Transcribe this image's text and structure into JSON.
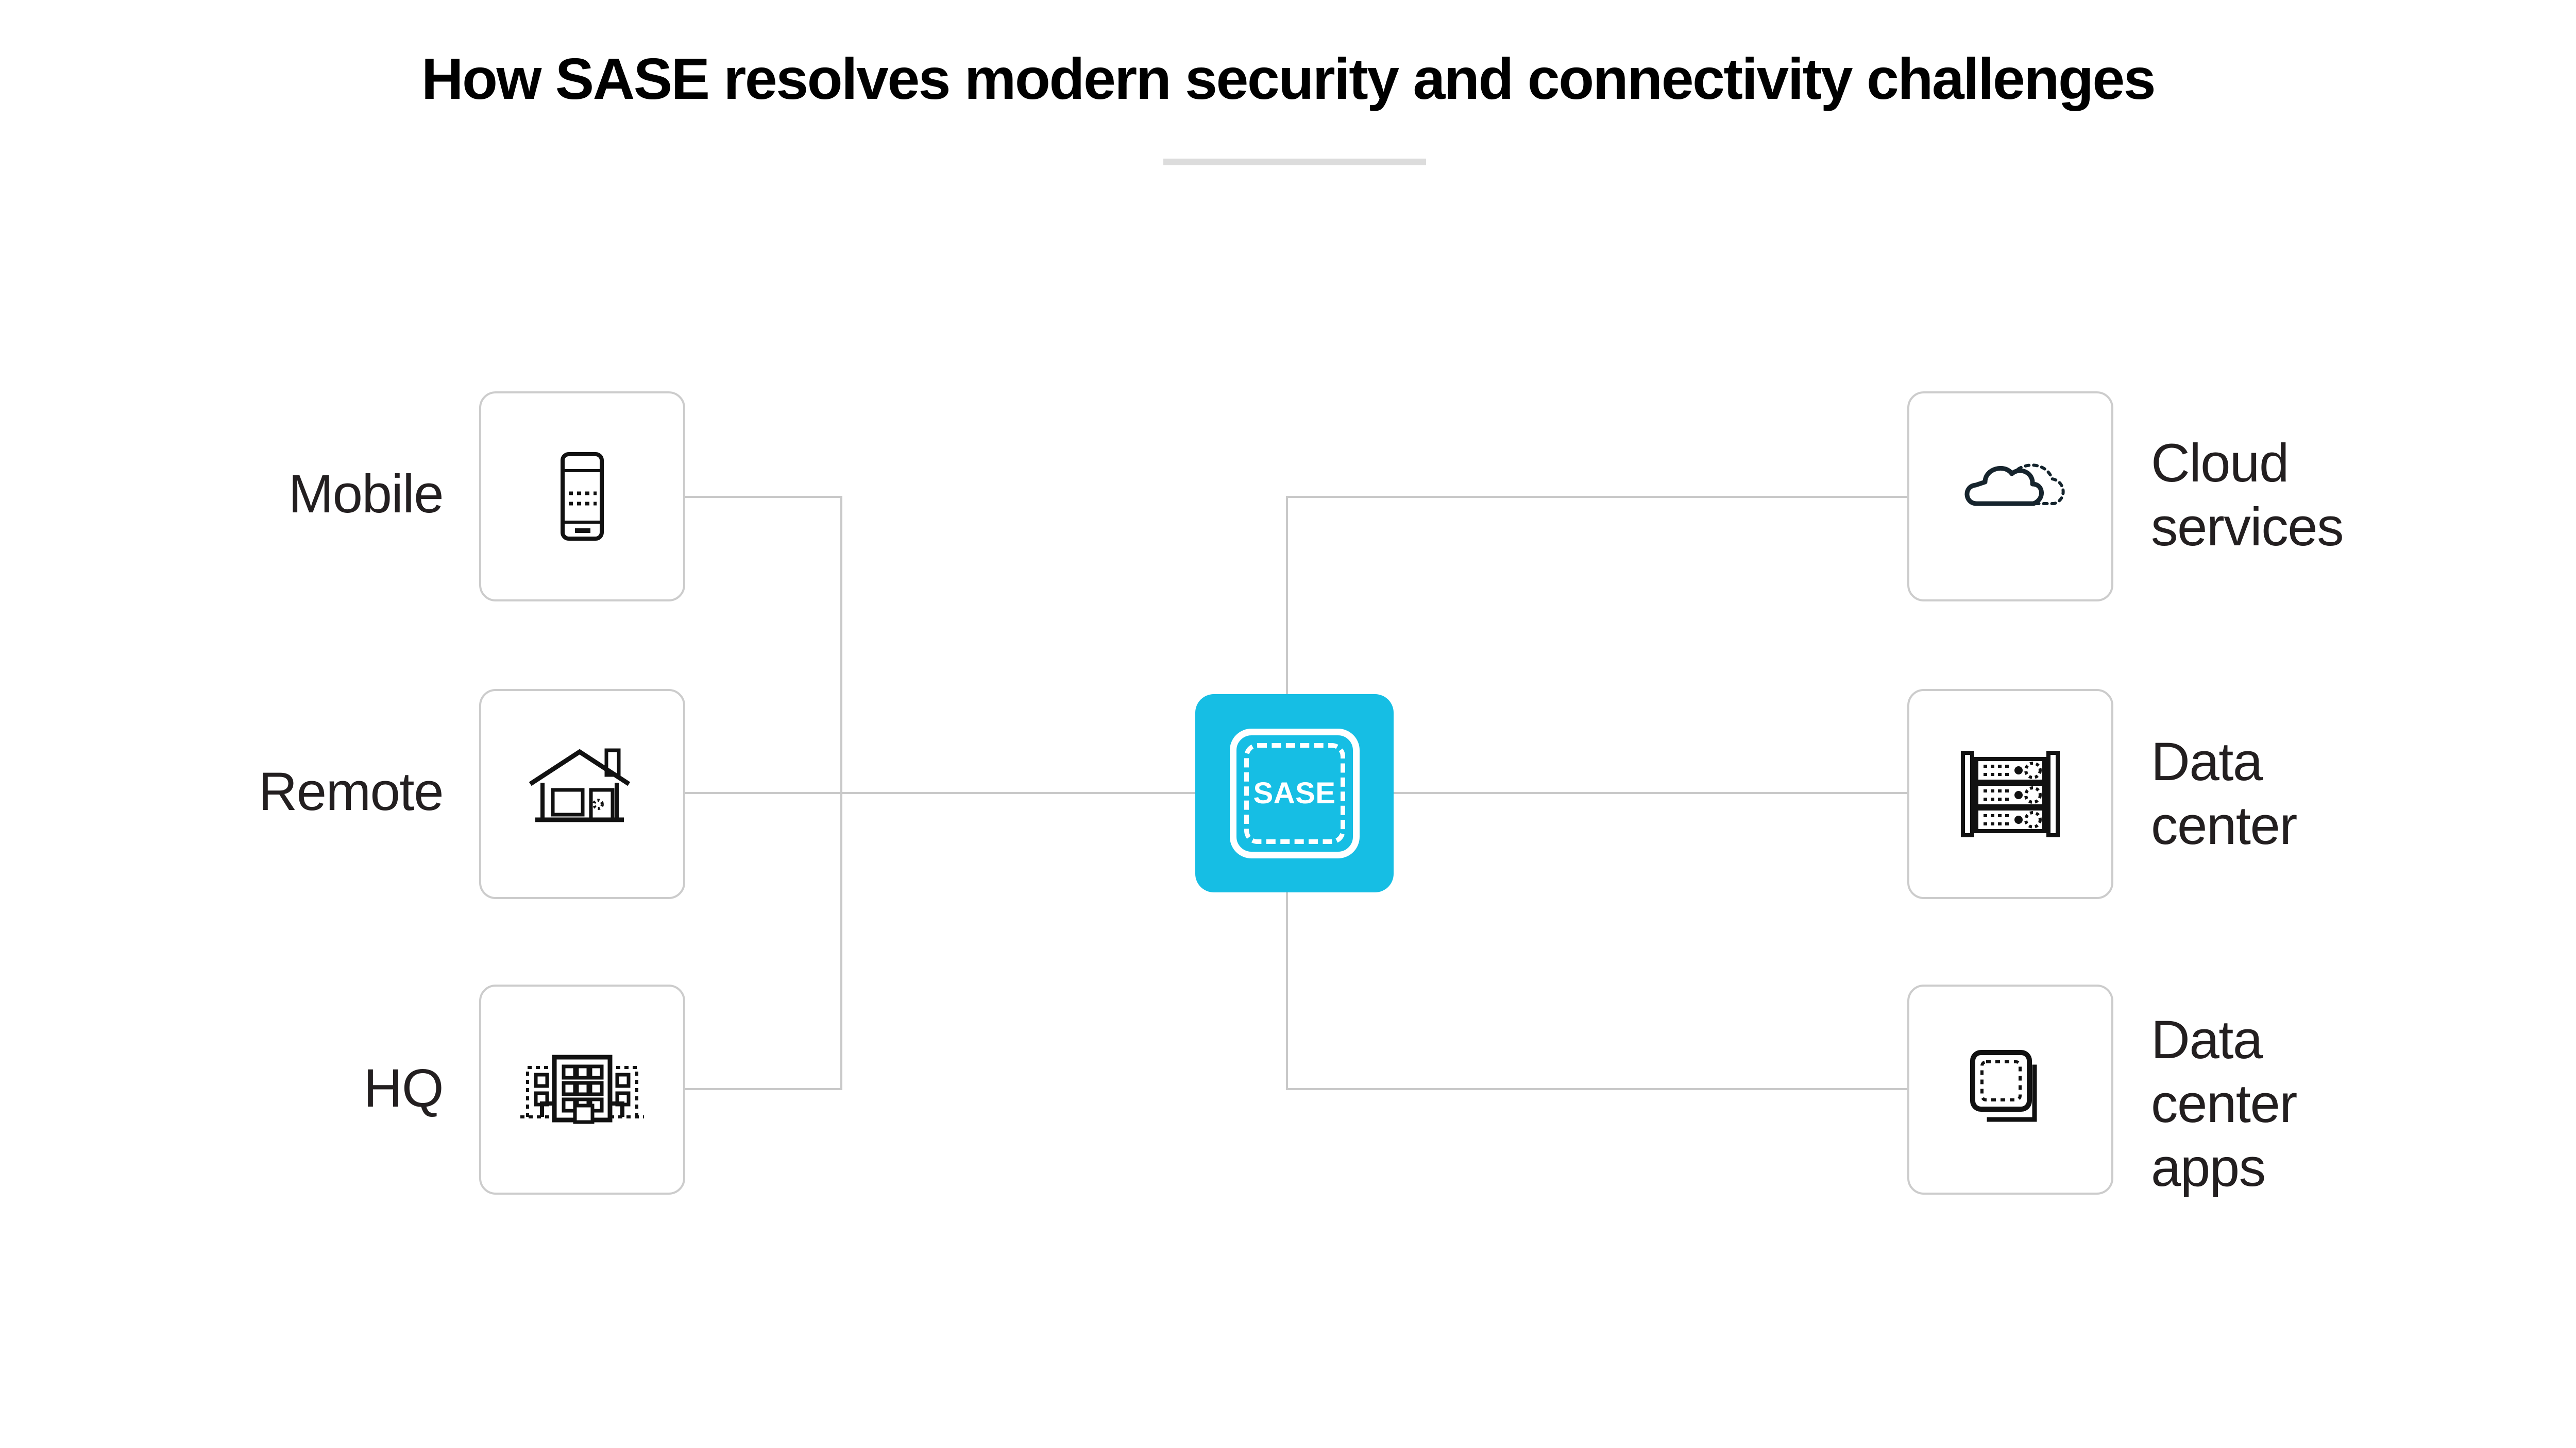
{
  "page": {
    "title": "How SASE resolves modern security and connectivity challenges",
    "background_color": "#ffffff",
    "accent_color": "#16bee4",
    "line_color": "#c9c9c9",
    "card_border_color": "#cccccc",
    "text_color": "#231f20",
    "rule_color": "#dcdcdc"
  },
  "hub": {
    "label": "SASE",
    "icon": "dashed-secure-perimeter-icon",
    "color": "#16bee4"
  },
  "left_nodes": [
    {
      "label": "Mobile",
      "icon": "mobile-phone-icon"
    },
    {
      "label": "Remote",
      "icon": "house-icon"
    },
    {
      "label": "HQ",
      "icon": "office-building-icon"
    }
  ],
  "right_nodes": [
    {
      "label": "Cloud\nservices",
      "icon": "cloud-icon"
    },
    {
      "label": "Data\ncenter",
      "icon": "server-rack-icon"
    },
    {
      "label": "Data\ncenter\napps",
      "icon": "stacked-windows-icon"
    }
  ]
}
